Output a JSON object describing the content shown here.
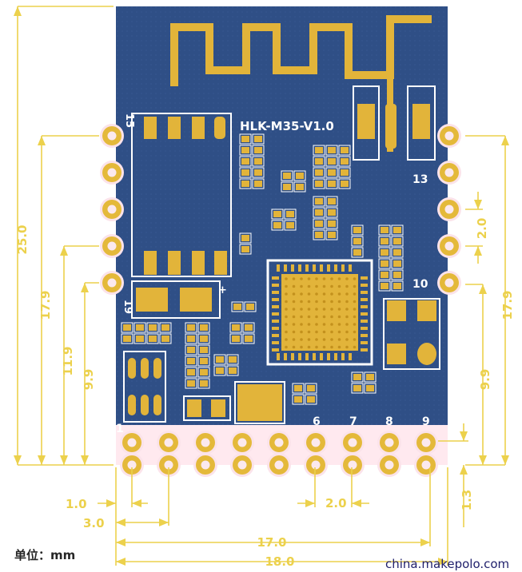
{
  "board": {
    "model_label": "HLK-M35-V1.0",
    "pin_labels": {
      "p15": "15",
      "p19": "19",
      "p13": "13",
      "p10": "10",
      "p1": "1",
      "p6": "6",
      "p7": "7",
      "p8": "8",
      "p9": "9"
    },
    "plus_mark": "+"
  },
  "dimensions": {
    "height_total": "25.0",
    "left_span": "17.9",
    "left_span_2": "11.9",
    "left_span_3": "9.9",
    "right_pitch": "2.0",
    "right_span": "17.9",
    "right_span_2": "9.9",
    "right_bottom": "1.3",
    "bottom_1": "1.0",
    "bottom_3": "3.0",
    "bottom_pitch": "2.0",
    "bottom_17": "17.0",
    "bottom_18": "18.0"
  },
  "unit_note": "单位：mm",
  "watermark": "china.makepolo.com",
  "colors": {
    "pcb": "#2f4f86",
    "pad": "#e4b93a",
    "dimension": "#ecd14c"
  }
}
